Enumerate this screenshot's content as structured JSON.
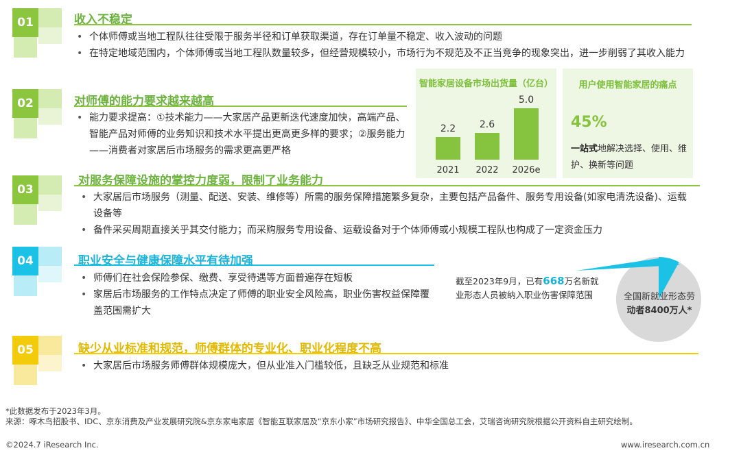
{
  "sections": [
    {
      "number": "01",
      "title": "收入不稳定",
      "bullets": [
        "个体师傅或当地工程队往往受限于服务半径和订单获取渠道，存在订单量不稳定、收入波动的问题",
        "在特定地域范围内，个体师傅或当地工程队数量较多，但经营规模较小，市场行为不规范及不正当竞争的现象突出，进一步削弱了其收入能力"
      ]
    },
    {
      "number": "02",
      "title": "对师傅的能力要求越来越高",
      "bullets": [
        "能力要求提高：①技术能力——大家居产品更新迭代速度加快，高端产品、智能产品对师傅的业务知识和技术水平提出更高更多样的要求；②服务能力——消费者对家居后市场服务的需求更高更严格"
      ]
    },
    {
      "number": "03",
      "title": "对服务保障设施的掌控力度弱，限制了业务能力",
      "bullets": [
        "大家居后市场服务（测量、配送、安装、维修等）所需的服务保障措施繁多复杂，主要包括产品备件、服务专用设备(如家电清洗设备)、运载设备等",
        "备件采买周期直接关乎其交付能力；而采购服务专用设备、运载设备对于个体师傅或小规模工程队也构成了一定资金压力"
      ]
    },
    {
      "number": "04",
      "title": "职业安全与健康保障水平有待加强",
      "bullets": [
        "师傅们在社会保险参保、缴费、享受待遇等方面普遍存在短板",
        "家居后市场服务的工作特点决定了师傅的职业安全风险高，职业伤害权益保障覆盖范围需扩大"
      ]
    },
    {
      "number": "05",
      "title": "缺少从业标准和规范，师傅群体的专业化、职业化程度不高",
      "bullets": [
        "大家居后市场服务师傅群体规模庞大，但从业准入门槛较低，且缺乏从业规范和标准"
      ]
    }
  ],
  "chart_data": {
    "type": "bar",
    "title": "智能家居设备市场出货量（亿台）",
    "categories": [
      "2021",
      "2022",
      "2026e"
    ],
    "values": [
      2.2,
      2.6,
      5.0
    ],
    "ylim": [
      0,
      5.0
    ],
    "color": "#86c440"
  },
  "pain_panel": {
    "title": "用户使用智能家居的痛点",
    "percent": "45%",
    "text_bold": "一站式",
    "text_rest": "地解决选择、使用、维护、换新等问题"
  },
  "pie": {
    "note_pre": "截至2023年9月，已有",
    "note_highlight": "668",
    "note_post": "万名新就业形态人员被纳入职业伤害保障范围",
    "label_line1": "全国新就业形态劳",
    "label_line2": "动者8400万人*",
    "covered": 668,
    "total": 8400,
    "covered_color": "#1cc2e6",
    "rest_color": "#d9d9d9"
  },
  "footer": {
    "note": "*此数据发布于2023年3月。",
    "source": "来源：啄木鸟招股书、IDC、京东消费及产业发展研究院&京东家电家居《智能互联家居及“京东小家”市场研究报告》、中华全国总工会，艾瑞咨询研究院根据公开资料自主研究绘制。",
    "copyright": "©2024.7 iResearch Inc.",
    "website": "www.iresearch.com.cn"
  }
}
